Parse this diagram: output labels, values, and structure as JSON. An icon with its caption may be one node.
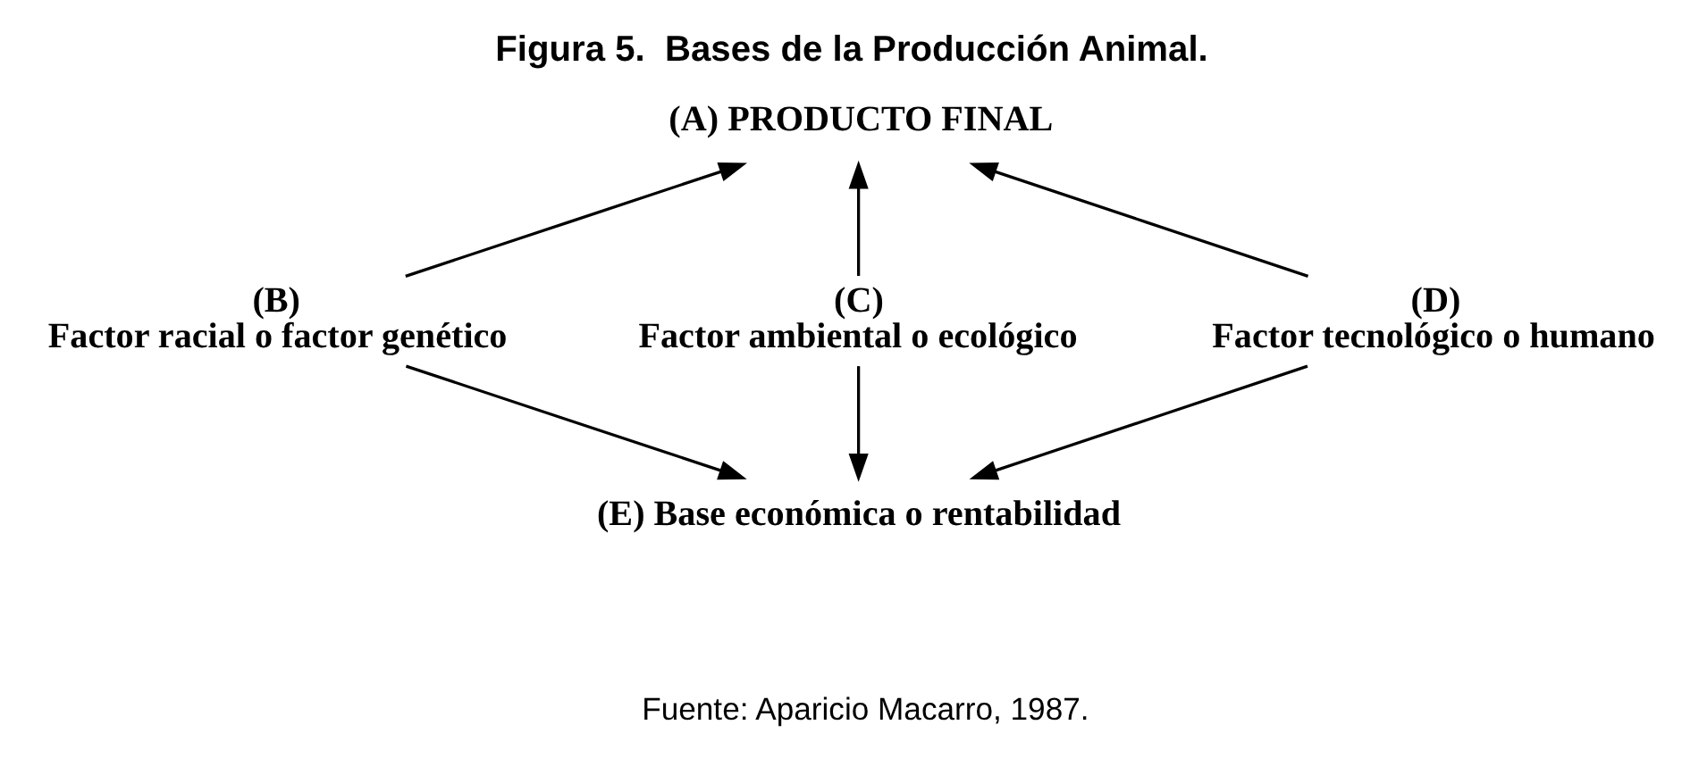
{
  "diagram": {
    "title": "Figura 5.  Bases de la Producción Animal.",
    "caption": "Fuente: Aparicio Macarro, 1987.",
    "nodes": [
      {
        "text": [
          "(A) PRODUCTO FINAL"
        ]
      },
      {
        "text": [
          "(B)",
          "Factor racial o factor genético"
        ]
      },
      {
        "text": [
          "(C)",
          "Factor ambiental o ecológico"
        ]
      },
      {
        "text": [
          "(D)",
          "Factor tecnológico o humano"
        ]
      },
      {
        "text": [
          "(E) Base económica o rentabilidad"
        ]
      }
    ],
    "edges": [
      {
        "from": 1,
        "to": 0,
        "arrow": "to"
      },
      {
        "from": 2,
        "to": 0,
        "arrow": "to"
      },
      {
        "from": 3,
        "to": 0,
        "arrow": "to"
      },
      {
        "from": 1,
        "to": 4,
        "arrow": "to"
      },
      {
        "from": 2,
        "to": 4,
        "arrow": "to"
      },
      {
        "from": 3,
        "to": 4,
        "arrow": "to"
      }
    ]
  }
}
